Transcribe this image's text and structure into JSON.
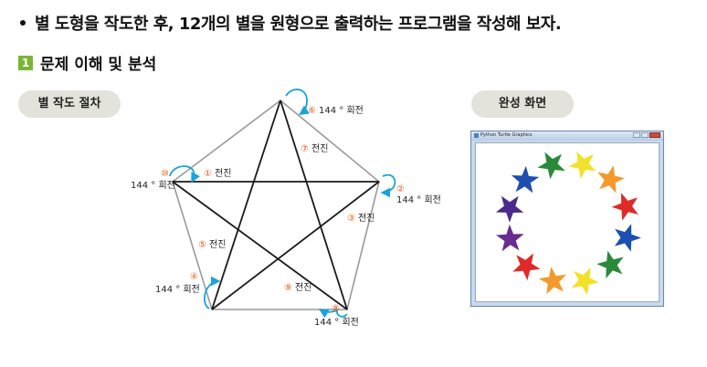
{
  "intro": {
    "text": "별 도형을 작도한 후, 12개의 별을 원형으로 출력하는 프로그램을 작성해 보자."
  },
  "section": {
    "number": "1",
    "title": "문제 이해 및 분석"
  },
  "left_panel": {
    "title": "별 작도 절차"
  },
  "right_panel": {
    "title": "완성 화면"
  },
  "steps": {
    "s1": {
      "num": "①",
      "text": "전진"
    },
    "s2": {
      "num": "②",
      "text": "144 ° 회전"
    },
    "s3": {
      "num": "③",
      "text": "전진"
    },
    "s4": {
      "num": "④",
      "text": "144 ° 회전"
    },
    "s5": {
      "num": "⑤",
      "text": "전진"
    },
    "s6": {
      "num": "⑥",
      "text": "144 ° 회전"
    },
    "s7": {
      "num": "⑦",
      "text": "전진"
    },
    "s8": {
      "num": "⑧",
      "text": "144 ° 회전"
    },
    "s9": {
      "num": "⑨",
      "text": "전진"
    },
    "s10": {
      "num": "⑩",
      "text": "144 ° 회전"
    }
  },
  "turtle_window": {
    "title": "Python Turtle Graphics"
  },
  "colors": {
    "badge": "#7ab535",
    "pill": "#e3e3dc",
    "arrow": "#1aa3d9",
    "step_number": "#e05a1a",
    "pentagon": "#9a9a9a",
    "star_line": "#1a1a1a",
    "stars": [
      "#f2e12a",
      "#f39a2a",
      "#e02a2a",
      "#1c4fb0",
      "#2a8a3a",
      "#f2e12a",
      "#f39a2a",
      "#e02a2a",
      "#6a2c8e",
      "#4a2a8a",
      "#1c4fb0",
      "#2a8a3a"
    ]
  }
}
